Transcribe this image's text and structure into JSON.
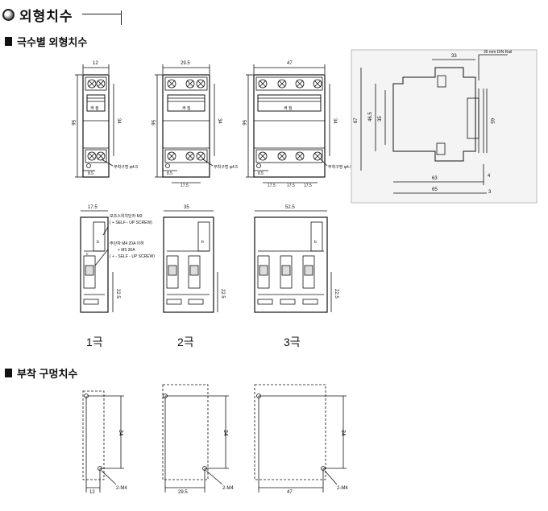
{
  "title": "외형치수",
  "sections": {
    "dims": "극수별 외형치수",
    "mount": "부착 구멍치수"
  },
  "labels": {
    "din_rail": "35 mm DIN Rail",
    "handle": "켜 짐",
    "mount_hole": "부착구멍 φ4.5",
    "aux_switch": "보조스위치단자 M3",
    "aux_screw": "( + SELF - UP SCREW)",
    "main_term_1": "주단자 M4  20A 이하",
    "main_term_2": "+ M5  30A",
    "main_screw": "( + - SELF - UP SCREW)",
    "hole_spec": "2-M4"
  },
  "dimensions": {
    "width_1p": "12",
    "width_2p": "29.5",
    "width_3p": "47",
    "height": "56",
    "hole_pitch": "34",
    "edge": "8.5",
    "pitch": "17.5",
    "front_width_1p": "17.5",
    "front_width_2p": "35",
    "front_width_3p": "52.5",
    "terminal_height": "22.5",
    "side_top": "33",
    "side_h_67": "67",
    "side_h_465": "46.5",
    "side_h_35": "35",
    "side_h_65": "65",
    "side_depth_63": "63",
    "side_depth_65": "65",
    "side_4": "4",
    "side_3": "3"
  },
  "poles": [
    "1극",
    "2극",
    "3극"
  ]
}
